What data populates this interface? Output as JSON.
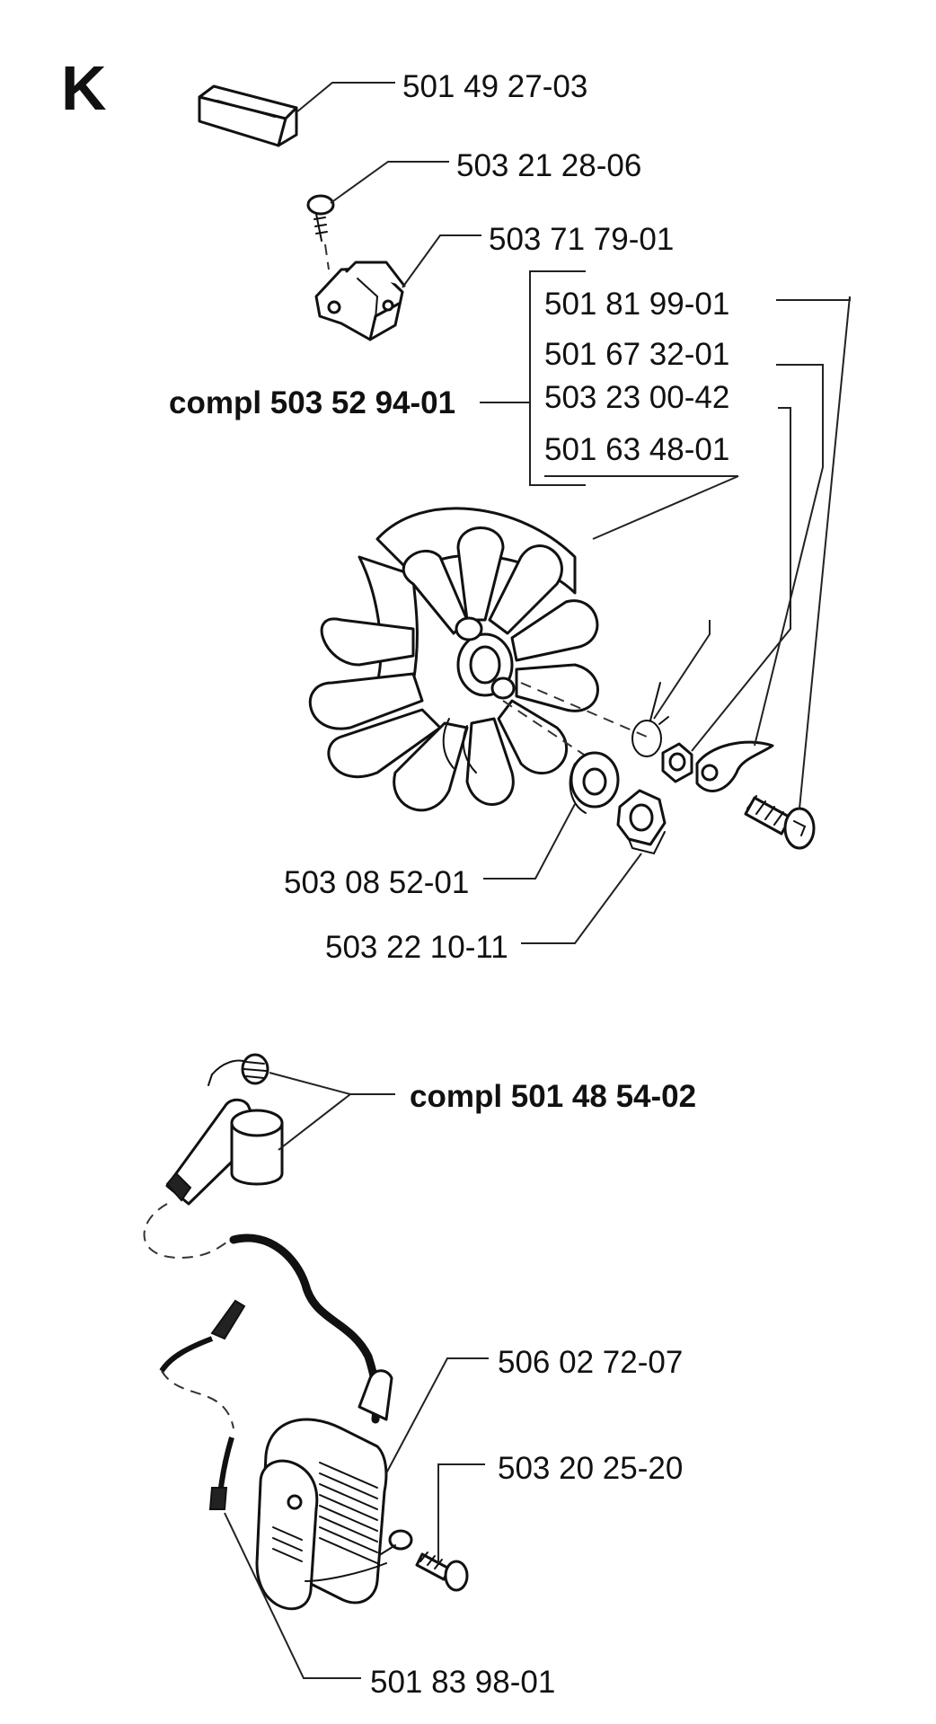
{
  "section_letter": "K",
  "labels": {
    "p1": "501 49 27-03",
    "p2": "503 21 28-06",
    "p3": "503 71 79-01",
    "p4": "501 81 99-01",
    "p5": "501 67 32-01",
    "p6": "503 23 00-42",
    "p7": "501 63 48-01",
    "compl1": "compl 503 52 94-01",
    "p8": "503 08 52-01",
    "p9": "503 22 10-11",
    "compl2": "compl 501 48 54-02",
    "p10": "506 02 72-07",
    "p11": "503 20 25-20",
    "p12": "501 83 98-01"
  }
}
